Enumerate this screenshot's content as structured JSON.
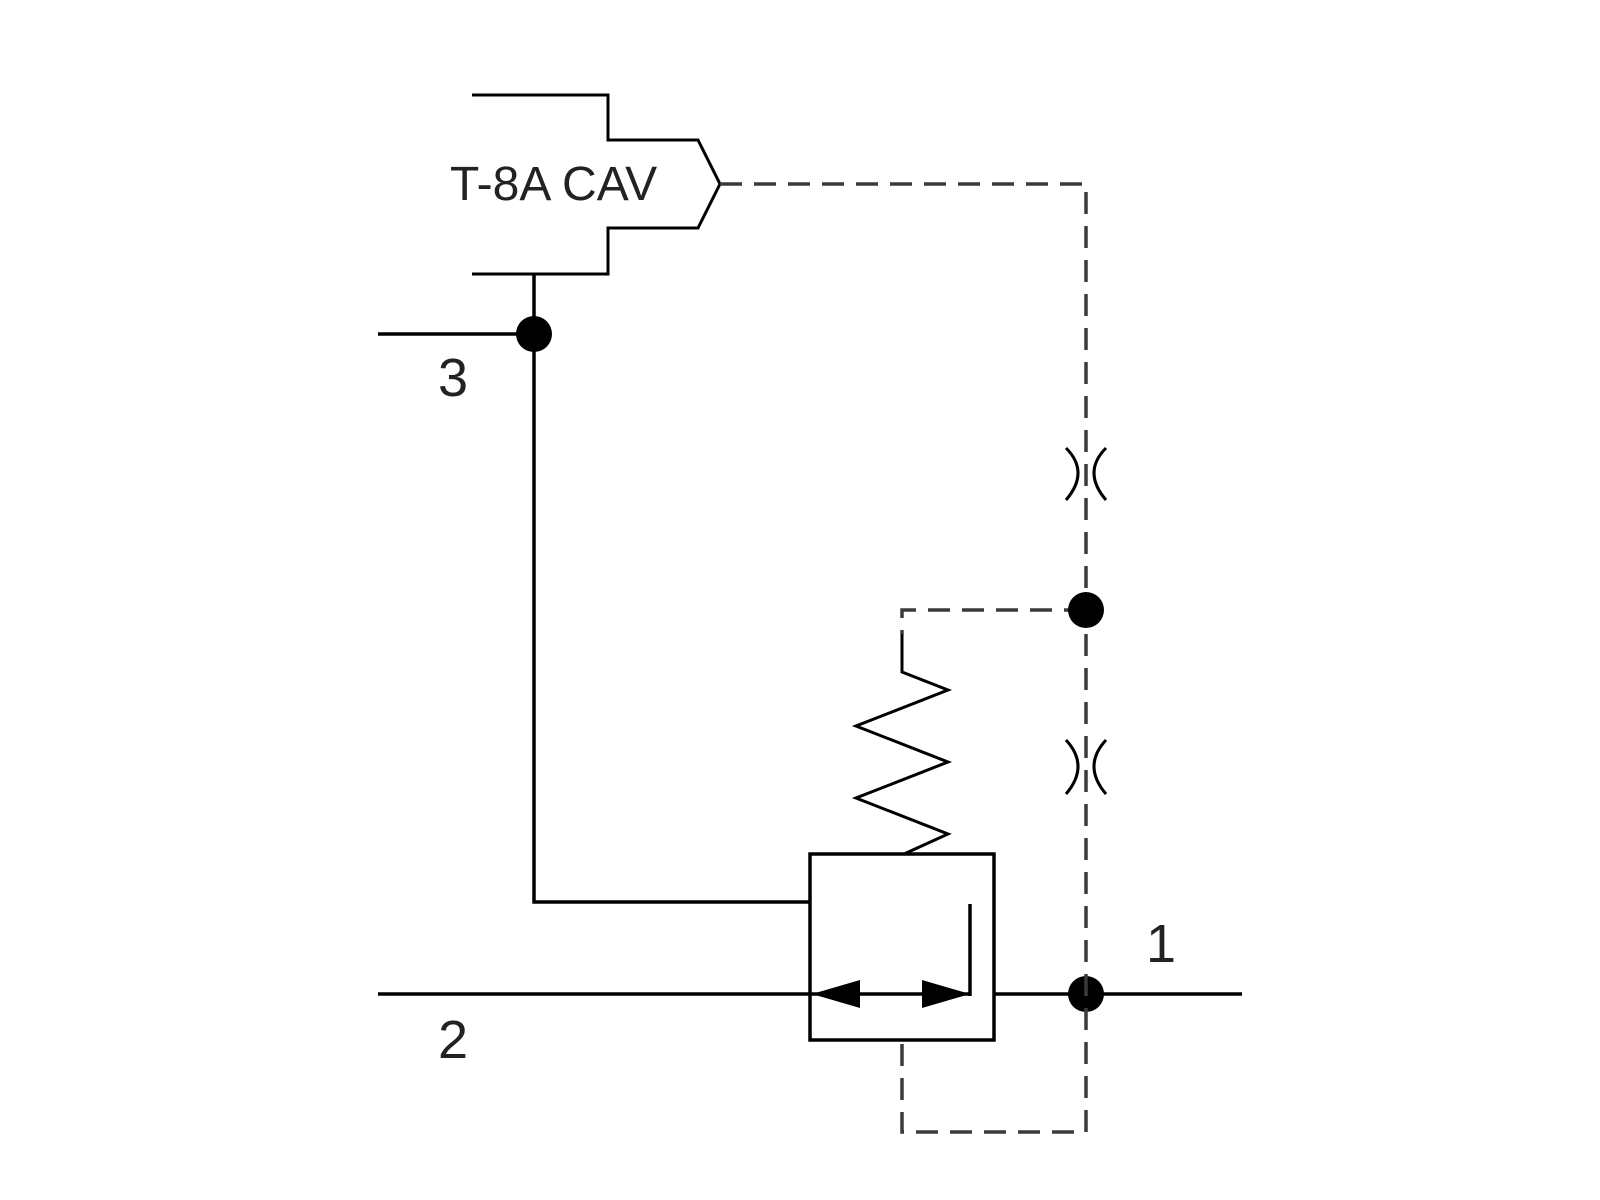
{
  "diagram": {
    "cavity_label": "T-8A CAV",
    "ports": {
      "port_1": "1",
      "port_2": "2",
      "port_3": "3"
    },
    "colors": {
      "line": "#000000",
      "pilot_line": "#3a3a3a",
      "text": "#222222",
      "background": "#ffffff"
    }
  }
}
